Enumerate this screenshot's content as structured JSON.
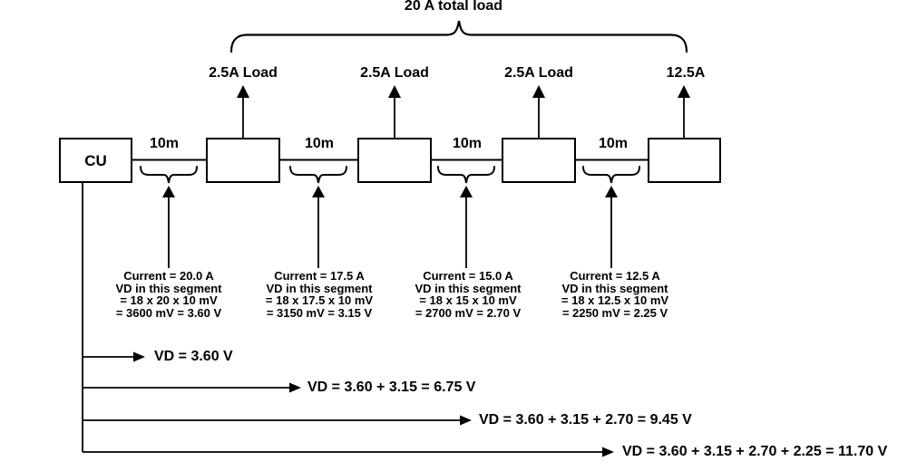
{
  "colors": {
    "ink": "#000000",
    "background": "#ffffff"
  },
  "title": "20 A total load",
  "source_unit": {
    "label": "CU"
  },
  "loads": [
    {
      "label": "2.5A Load"
    },
    {
      "label": "2.5A Load"
    },
    {
      "label": "2.5A Load"
    },
    {
      "label": "12.5A"
    }
  ],
  "segments": [
    {
      "length_label": "10m",
      "calc_lines": [
        "Current = 20.0 A",
        "VD in this segment",
        "= 18 x 20 x 10 mV",
        "= 3600 mV = 3.60 V"
      ]
    },
    {
      "length_label": "10m",
      "calc_lines": [
        "Current = 17.5 A",
        "VD in this segment",
        "= 18 x 17.5 x 10 mV",
        "= 3150 mV = 3.15 V"
      ]
    },
    {
      "length_label": "10m",
      "calc_lines": [
        "Current = 15.0 A",
        "VD in this segment",
        "= 18 x 15 x 10 mV",
        "= 2700 mV = 2.70 V"
      ]
    },
    {
      "length_label": "10m",
      "calc_lines": [
        "Current = 12.5 A",
        "VD in this segment",
        "= 18 x 12.5 x 10 mV",
        "= 2250 mV = 2.25 V"
      ]
    }
  ],
  "cumulative_vd": [
    {
      "label": "VD = 3.60 V"
    },
    {
      "label": "VD = 3.60 + 3.15 = 6.75 V"
    },
    {
      "label": "VD = 3.60 + 3.15 + 2.70 = 9.45 V"
    },
    {
      "label": "VD = 3.60 + 3.15 + 2.70 + 2.25 = 11.70 V"
    }
  ]
}
